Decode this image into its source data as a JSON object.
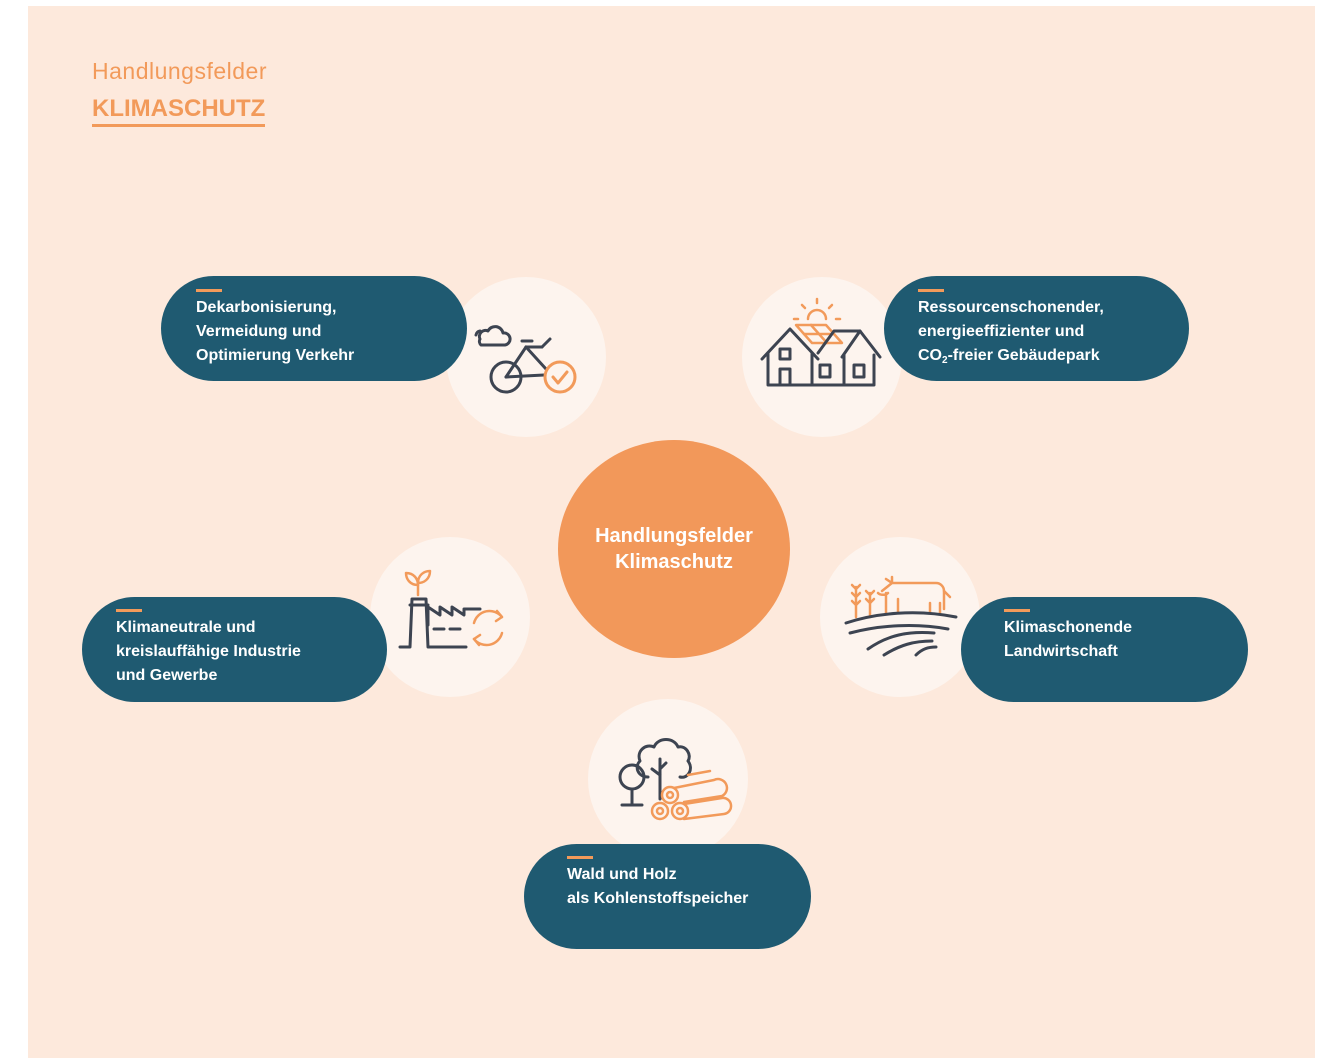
{
  "header": {
    "subtitle": "Handlungsfelder",
    "title": "KLIMASCHUTZ"
  },
  "center": {
    "line1": "Handlungsfelder",
    "line2": "Klimaschutz"
  },
  "fields": {
    "verkehr": {
      "line1": "Dekarbonisierung,",
      "line2": "Vermeidung und",
      "line3": "Optimierung Verkehr",
      "icon": "bicycle-cloud-icon"
    },
    "gebaeude": {
      "line1": "Ressourcenschonender,",
      "line2": "energieeffizienter und",
      "line3_pre": "CO",
      "line3_sub": "2",
      "line3_post": "-freier Gebäudepark",
      "icon": "houses-solar-icon"
    },
    "industrie": {
      "line1": "Klimaneutrale und",
      "line2": "kreislauffähige Industrie",
      "line3": "und Gewerbe",
      "icon": "factory-recycle-icon"
    },
    "landwirtschaft": {
      "line1": "Klimaschonende",
      "line2": "Landwirtschaft",
      "icon": "cow-field-icon"
    },
    "wald": {
      "line1": "Wald und Holz",
      "line2": "als Kohlenstoffspeicher",
      "icon": "tree-logs-icon"
    }
  },
  "colors": {
    "background": "#fde9dc",
    "accent": "#f29a5a",
    "pill": "#1f5a71",
    "icon_circle": "#fdf4ee",
    "icon_dark": "#3d4451"
  }
}
